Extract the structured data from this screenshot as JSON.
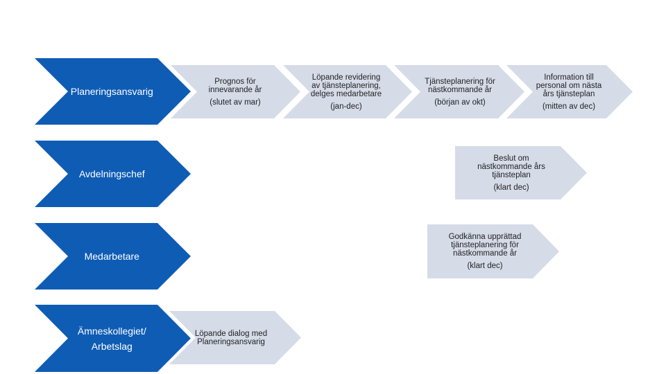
{
  "colors": {
    "role_fill": "#0f5cb5",
    "step_fill": "#d6dbe8",
    "step_text": "#1f1f1f",
    "role_text": "#ffffff"
  },
  "roles": [
    {
      "id": "planeringsansvarig",
      "lines": [
        "Planeringsansvarig"
      ]
    },
    {
      "id": "avdelningschef",
      "lines": [
        "Avdelningschef"
      ]
    },
    {
      "id": "medarbetare",
      "lines": [
        "Medarbetare"
      ]
    },
    {
      "id": "amneskollegiet",
      "lines": [
        "Ämneskollegiet/",
        "Arbetslag"
      ]
    }
  ],
  "steps": [
    {
      "id": "prognos",
      "lines": [
        "Prognos för",
        "innevarande år"
      ],
      "sub": "(slutet av mar)"
    },
    {
      "id": "lopande-revidering",
      "lines": [
        "Löpande revidering",
        "av tjänsteplanering,",
        "delges medarbetare"
      ],
      "sub": "(jan-dec)"
    },
    {
      "id": "tjansteplanering",
      "lines": [
        "Tjänsteplanering för",
        "nästkommande år"
      ],
      "sub": "(början av okt)"
    },
    {
      "id": "information",
      "lines": [
        "Information till",
        "personal om nästa",
        "års tjänsteplan"
      ],
      "sub": "(mitten av dec)"
    },
    {
      "id": "beslut",
      "lines": [
        "Beslut om",
        "nästkommande års",
        "tjänsteplan"
      ],
      "sub": "(klart dec)"
    },
    {
      "id": "godkanna",
      "lines": [
        "Godkänna upprättad",
        "tjänsteplanering för",
        "nästkommande år"
      ],
      "sub": "(klart dec)"
    },
    {
      "id": "lopande-dialog",
      "lines": [
        "Löpande dialog med",
        "Planeringsansvarig"
      ],
      "sub": ""
    }
  ]
}
